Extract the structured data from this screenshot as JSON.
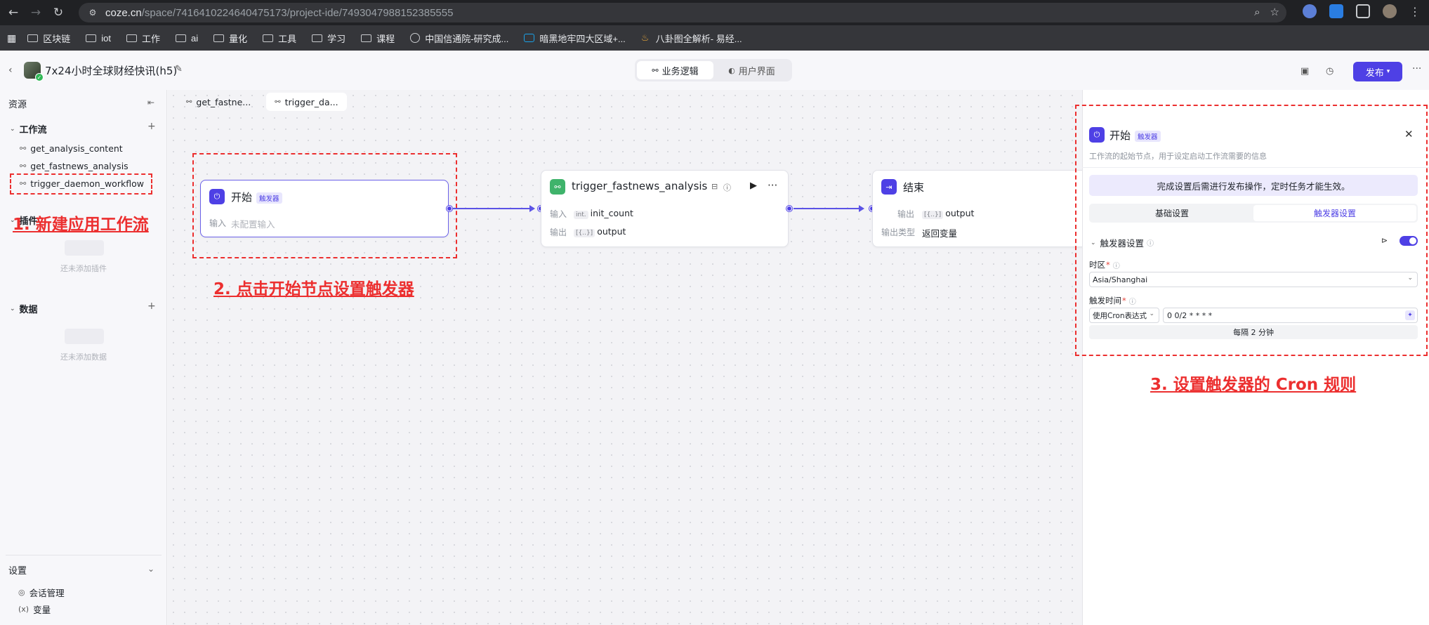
{
  "browser": {
    "url_host": "coze.cn",
    "url_path": "/space/7416410224640475173/project-ide/7493047988152385555",
    "bookmarks": [
      "区块链",
      "iot",
      "工作",
      "ai",
      "量化",
      "工具",
      "学习",
      "课程",
      "中国信通院-研究成...",
      "暗黑地牢四大区域+...",
      "八卦图全解析- 易经..."
    ]
  },
  "header": {
    "app_title": "7x24小时全球财经快讯(h5)",
    "modes": [
      "业务逻辑",
      "用户界面"
    ],
    "publish_label": "发布"
  },
  "sidebar": {
    "title": "资源",
    "workflow_section": "工作流",
    "workflows": [
      "get_analysis_content",
      "get_fastnews_analysis",
      "trigger_daemon_workflow"
    ],
    "plugin_section": "插件",
    "plugin_empty": "还未添加插件",
    "data_section": "数据",
    "data_empty": "还未添加数据",
    "settings_section": "设置",
    "settings_items": [
      "会话管理",
      "变量"
    ]
  },
  "tabs": [
    "get_fastne...",
    "trigger_da..."
  ],
  "nodes": {
    "start": {
      "title": "开始",
      "tag": "触发器",
      "input_label": "输入",
      "input_value": "未配置输入"
    },
    "middle": {
      "title": "trigger_fastnews_analysis",
      "input_label": "输入",
      "input_type": "int.",
      "input_value": "init_count",
      "output_label": "输出",
      "output_type": "[{..}]",
      "output_value": "output"
    },
    "end": {
      "title": "结束",
      "output_label": "输出",
      "output_type": "[{..}]",
      "output_value": "output",
      "output_type_label": "输出类型",
      "output_type_value": "返回变量"
    }
  },
  "panel": {
    "title": "开始",
    "tag": "触发器",
    "description": "工作流的起始节点，用于设定启动工作流需要的信息",
    "notice": "完成设置后需进行发布操作，定时任务才能生效。",
    "segments": [
      "基础设置",
      "触发器设置"
    ],
    "section": "触发器设置",
    "timezone_label": "时区",
    "timezone_value": "Asia/Shanghai",
    "trigger_time_label": "触发时间",
    "cron_mode": "使用Cron表达式",
    "cron_expr": "0 0/2 * * * *",
    "cron_desc": "每隔 2 分钟"
  },
  "annotations": {
    "step1": "1. 新建应用工作流",
    "step2": "2. 点击开始节点设置触发器",
    "step3": "3. 设置触发器的 Cron 规则"
  },
  "colors": {
    "accent": "#4e40e5",
    "annotation": "#ec2f2f",
    "middle_node_icon": "#3fb36b"
  }
}
